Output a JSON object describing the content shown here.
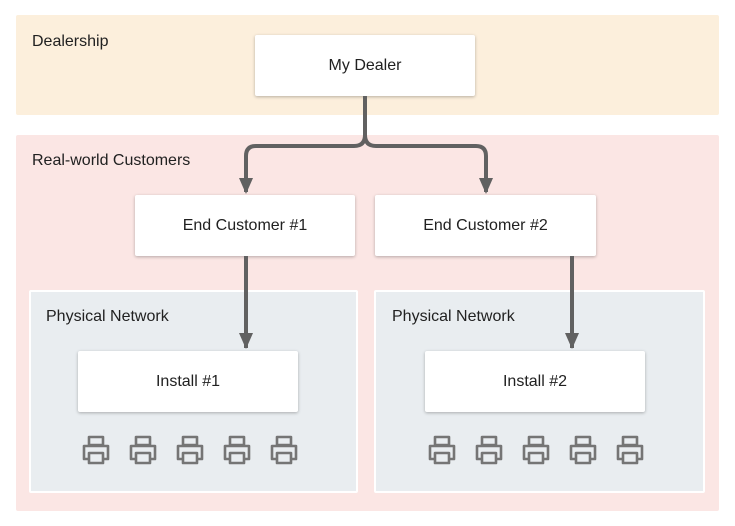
{
  "regions": {
    "dealership": {
      "label": "Dealership",
      "color": "#fcefdc"
    },
    "customers": {
      "label": "Real-world Customers",
      "color": "#fbe6e4"
    }
  },
  "dealer": {
    "label": "My Dealer"
  },
  "end_customers": [
    {
      "label": "End Customer #1"
    },
    {
      "label": "End Customer #2"
    }
  ],
  "networks": [
    {
      "label": "Physical Network",
      "install": "Install #1",
      "printer_count": 5,
      "printer_icon": "printer-icon"
    },
    {
      "label": "Physical Network",
      "install": "Install #2",
      "printer_count": 5,
      "printer_icon": "printer-icon"
    }
  ],
  "colors": {
    "network_bg": "#e9edf0",
    "arrow": "#616161",
    "printer": "#757575"
  }
}
